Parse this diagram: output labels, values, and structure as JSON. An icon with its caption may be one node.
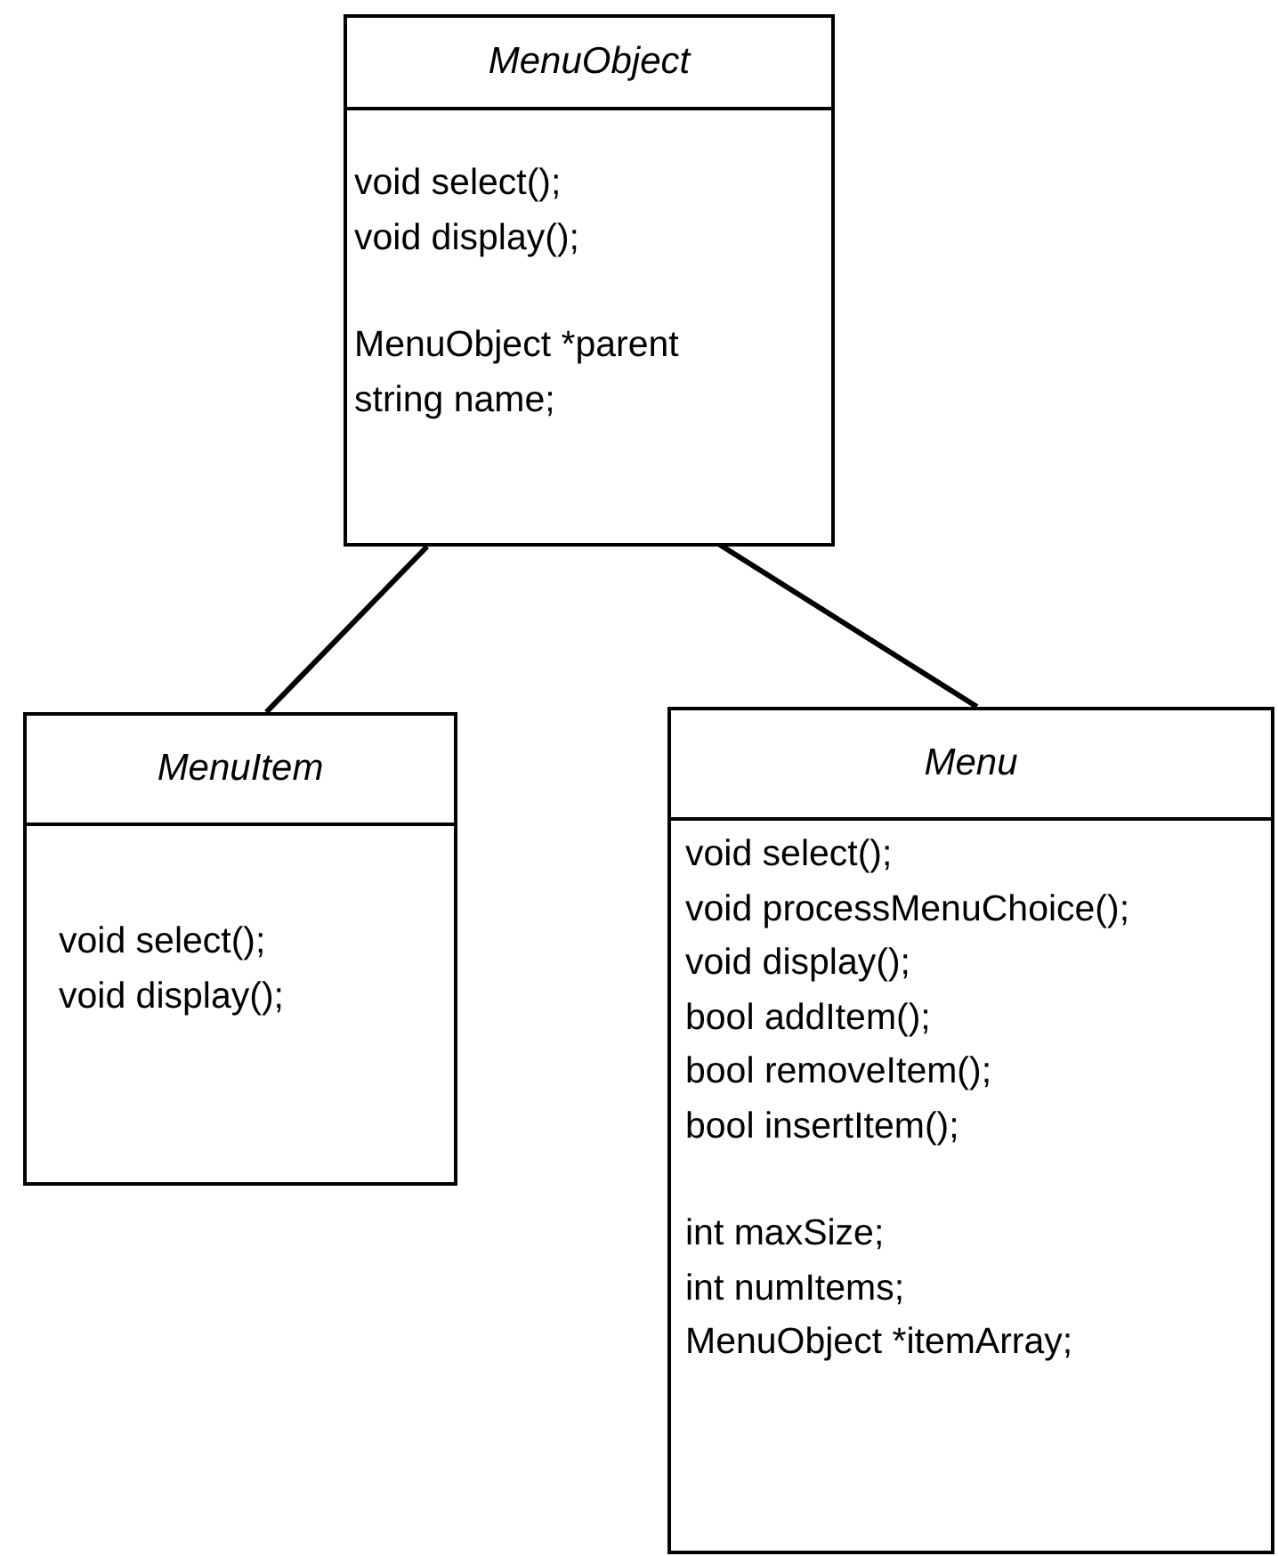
{
  "diagram": {
    "nodes": [
      {
        "text": [
          "MenuObject",
          "void select();",
          "void display();",
          "MenuObject *parent",
          "string name;"
        ]
      },
      {
        "text": [
          "MenuItem",
          "void select();",
          "void display();"
        ]
      },
      {
        "text": [
          "Menu",
          "void select();",
          "void processMenuChoice();",
          "void display();",
          "bool addItem();",
          "bool removeItem();",
          "bool insertItem();",
          "int maxSize;",
          "int numItems;",
          "MenuObject *itemArray;"
        ]
      }
    ],
    "edges": [
      {
        "from": 0,
        "to": 1,
        "arrow": "none"
      },
      {
        "from": 0,
        "to": 2,
        "arrow": "none"
      }
    ]
  }
}
